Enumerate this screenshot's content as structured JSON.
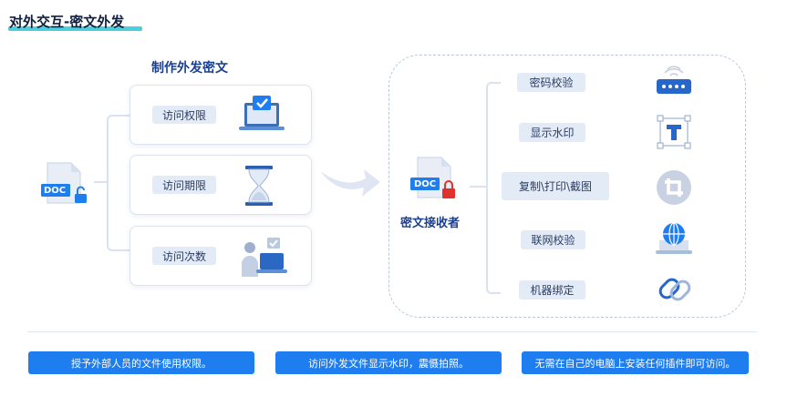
{
  "title": "对外交互-密文外发",
  "left_panel": {
    "title": "制作外发密文",
    "items": [
      {
        "label": "访问权限",
        "icon": "laptop-check-icon"
      },
      {
        "label": "访问期限",
        "icon": "hourglass-icon"
      },
      {
        "label": "访问次数",
        "icon": "user-at-computer-icon"
      }
    ]
  },
  "source_doc": {
    "badge": "DOC",
    "icon": "unlocked-doc-icon"
  },
  "receiver": {
    "badge": "DOC",
    "label": "密文接收者",
    "icon": "locked-doc-icon"
  },
  "features": [
    {
      "label": "密码校验",
      "icon": "password-icon"
    },
    {
      "label": "显示水印",
      "icon": "text-watermark-icon"
    },
    {
      "label": "复制\\打印\\截图",
      "icon": "screenshot-block-icon"
    },
    {
      "label": "联网校验",
      "icon": "network-globe-icon"
    },
    {
      "label": "机器绑定",
      "icon": "link-chain-icon"
    }
  ],
  "footer": [
    "授予外部人员的文件使用权限。",
    "访问外发文件显示水印，震慑拍照。",
    "无需在自己的电脑上安装任何插件即可访问。"
  ],
  "colors": {
    "accent": "#1e7ef0",
    "title_underline": "#2cc7d6",
    "pill_bg": "#e3ebf7"
  }
}
